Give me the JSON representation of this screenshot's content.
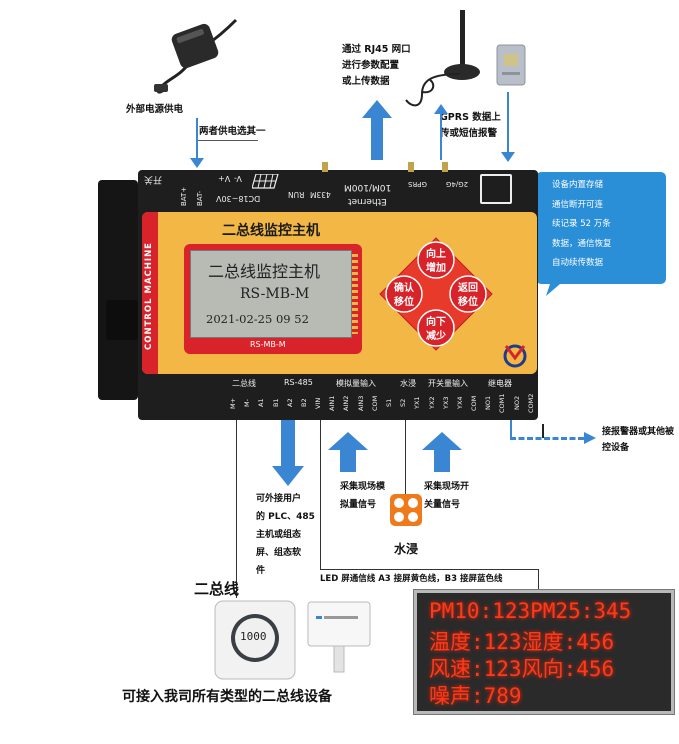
{
  "top_left": {
    "power_label": "外部电源供电",
    "either_label": "两者供电选其一"
  },
  "top_middle": {
    "rj45_line1": "通过 RJ45 网口",
    "rj45_line2": "进行参数配置",
    "rj45_line3": "或上传数据"
  },
  "top_right": {
    "gprs_line1": "GPRS 数据上",
    "gprs_line2": "传或短信报警"
  },
  "bubble": {
    "lines": [
      "设备内置存储",
      "通信断开可连",
      "续记录 52 万条",
      "数据，通信恢复",
      "自动续传数据"
    ],
    "color": "#2b8fd8"
  },
  "device": {
    "title": "二总线监控主机",
    "side_label": "CONTROL MACHINE",
    "lcd_line1": "二总线监控主机",
    "lcd_line2": "RS-MB-M",
    "lcd_line3": "2021-02-25 09 52",
    "lcd_model": "RS-MB-M",
    "buttons": {
      "up": [
        "向上",
        "增加"
      ],
      "confirm": [
        "确认",
        "移位"
      ],
      "back": [
        "返回",
        "移位"
      ],
      "down": [
        "向下",
        "减少"
      ]
    },
    "top_ports": {
      "switch": "开关",
      "bat_plus": "BAT+",
      "bat_minus": "BAT-",
      "v_plus": "V+",
      "v_minus": "V-",
      "dc": "DC18~30V",
      "run": "RUN",
      "mhz": "433M",
      "ethernet": "Ethernet",
      "eth_speed": "10M/100M",
      "gprs": "GPRS",
      "g4": "2G/4G"
    },
    "bottom_groups": {
      "bus": "二总线",
      "rs485": "RS-485",
      "analog": "模拟量输入",
      "water": "水浸",
      "switch_in": "开关量输入",
      "relay": "继电器"
    },
    "bottom_terminals": [
      "M+",
      "M-",
      "A1",
      "B1",
      "A2",
      "B2",
      "VIN",
      "AIN1",
      "AIN2",
      "AIN3",
      "COM",
      "S1",
      "S2",
      "YX1",
      "YX2",
      "YX3",
      "YX4",
      "COM",
      "NO1",
      "COM1",
      "NO2",
      "COM2"
    ],
    "colors": {
      "body": "#1e1e1e",
      "panel": "#f3b746",
      "accent": "#d8232a"
    }
  },
  "bottom_labels": {
    "plc_lines": [
      "可外接用户",
      "的 PLC、485",
      "主机或组态",
      "屏、组态软",
      "件"
    ],
    "analog_lines": [
      "采集现场模",
      "拟量信号"
    ],
    "switch_lines": [
      "采集现场开",
      "关量信号"
    ],
    "alarm_lines": [
      "接报警器或其他被",
      "控设备"
    ],
    "water_label": "水浸",
    "led_wiring": "LED 屏通信线 A3 接屏黄色线，B3 接屏蓝色线",
    "bus_label": "二总线",
    "bus_devices_caption": "可接入我司所有类型的二总线设备",
    "display_value": "1000"
  },
  "led_screen": {
    "lines": [
      "PM10:123PM25:345",
      "温度:123湿度:456",
      "风速:123风向:456",
      "噪声:789"
    ],
    "color": "#ff3a1a"
  }
}
